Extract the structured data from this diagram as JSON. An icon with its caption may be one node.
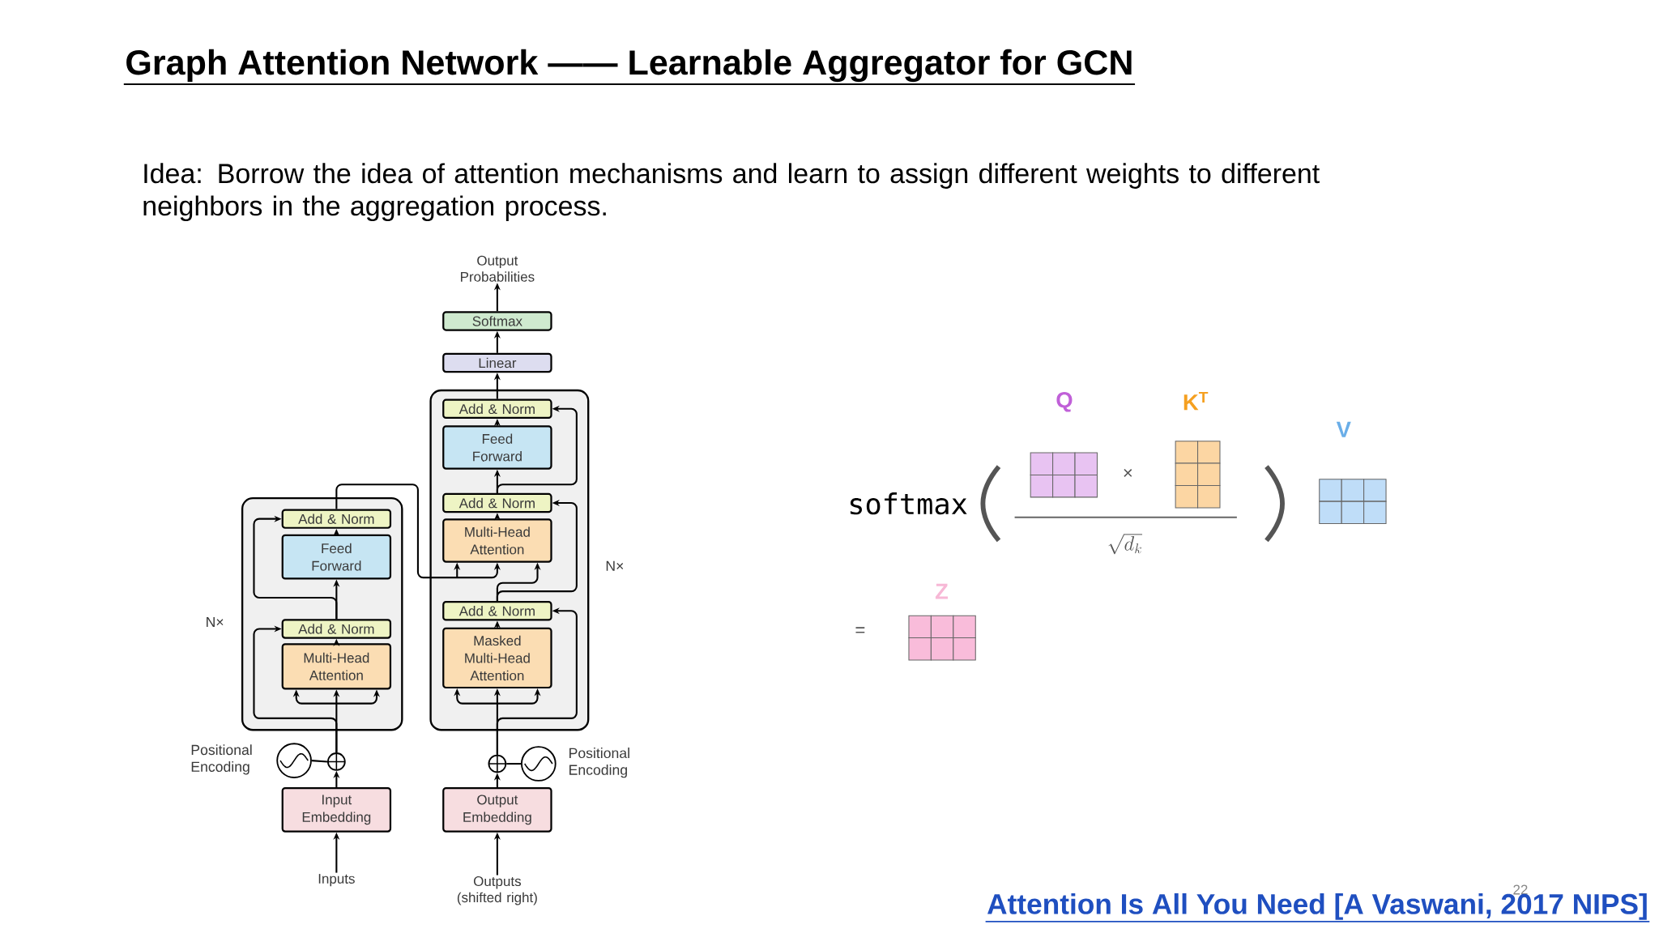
{
  "diagram": {
    "title": "Graph Attention Network —— Learnable Aggregator for GCN",
    "nodes": [
      {
        "text": [
          "Output Probabilities"
        ]
      },
      {
        "text": [
          "Softmax"
        ]
      },
      {
        "text": [
          "Linear"
        ]
      },
      {
        "text": [],
        "shape": "box",
        "beside": [
          "N×"
        ]
      },
      {
        "text": [
          "Add & Norm"
        ],
        "in": 3
      },
      {
        "text": [
          "Feed Forward"
        ],
        "in": 3
      },
      {
        "text": [
          "Add & Norm"
        ],
        "in": 3
      },
      {
        "text": [
          "Multi-Head Attention"
        ],
        "in": 3
      },
      {
        "text": [
          "Add & Norm"
        ],
        "in": 3
      },
      {
        "text": [
          "Masked Multi-Head Attention"
        ],
        "in": 3
      },
      {
        "text": [],
        "shape": "box",
        "beside": [
          "N×"
        ]
      },
      {
        "text": [
          "Add & Norm"
        ],
        "in": 10
      },
      {
        "text": [
          "Feed Forward"
        ],
        "in": 10
      },
      {
        "text": [
          "Add & Norm"
        ],
        "in": 10
      },
      {
        "text": [
          "Multi-Head Attention"
        ],
        "in": 10
      },
      {
        "text": [],
        "shape": "circle"
      },
      {
        "text": [],
        "shape": "circle",
        "beside": [
          "Positional Encoding"
        ]
      },
      {
        "text": [
          "Input Embedding"
        ]
      },
      {
        "text": [
          "Inputs"
        ]
      },
      {
        "text": [],
        "shape": "circle"
      },
      {
        "text": [],
        "shape": "circle",
        "beside": [
          "Positional Encoding"
        ]
      },
      {
        "text": [
          "Output Embedding"
        ]
      },
      {
        "text": [
          "Outputs (shifted right)"
        ]
      }
    ],
    "edges": [
      {
        "from": 1,
        "to": 0,
        "arrow": "to"
      },
      {
        "from": 2,
        "to": 1,
        "arrow": "to"
      },
      {
        "from": 4,
        "to": 2,
        "arrow": "to"
      },
      {
        "from": 5,
        "to": 4,
        "arrow": "to"
      },
      {
        "from": 6,
        "to": 5,
        "arrow": "to"
      },
      {
        "from": 6,
        "to": 4,
        "arrow": "to"
      },
      {
        "from": 7,
        "to": 6,
        "arrow": "to"
      },
      {
        "from": 8,
        "to": 6,
        "arrow": "to"
      },
      {
        "from": 8,
        "to": 7,
        "arrow": "to"
      },
      {
        "from": 9,
        "to": 8,
        "arrow": "to"
      },
      {
        "from": 19,
        "to": 8,
        "arrow": "to"
      },
      {
        "from": 19,
        "to": 9,
        "arrow": "to"
      },
      {
        "from": 20,
        "to": 19,
        "arrow": "none"
      },
      {
        "from": 21,
        "to": 19,
        "arrow": "to"
      },
      {
        "from": 22,
        "to": 21,
        "arrow": "to"
      },
      {
        "from": 11,
        "to": 7,
        "arrow": "to"
      },
      {
        "from": 12,
        "to": 11,
        "arrow": "to"
      },
      {
        "from": 13,
        "to": 12,
        "arrow": "to"
      },
      {
        "from": 13,
        "to": 11,
        "arrow": "to"
      },
      {
        "from": 14,
        "to": 13,
        "arrow": "to"
      },
      {
        "from": 15,
        "to": 13,
        "arrow": "to"
      },
      {
        "from": 15,
        "to": 14,
        "arrow": "to"
      },
      {
        "from": 16,
        "to": 15,
        "arrow": "none"
      },
      {
        "from": 17,
        "to": 15,
        "arrow": "to"
      },
      {
        "from": 18,
        "to": 17,
        "arrow": "to"
      }
    ],
    "labels": [
      "Idea: Borrow the idea of attention mechanisms and learn to assign different weights to different neighbors in the aggregation process.",
      "softmax",
      "Q",
      "K$^{T}$",
      "V",
      "×",
      "\\sqrt{d_k}",
      "Z",
      "=",
      "22",
      "Attention Is All You Need [A Vaswani, 2017 NIPS]"
    ]
  }
}
